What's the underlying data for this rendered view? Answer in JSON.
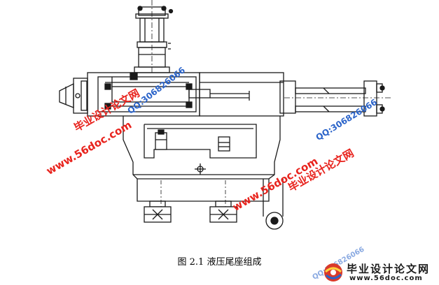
{
  "figure": {
    "caption": "图 2.1  液压尾座组成"
  },
  "watermarks": [
    {
      "text": "毕业设计论文网",
      "color": "#e8231d"
    },
    {
      "text": "QQ:306826066",
      "color": "#2a63c9"
    },
    {
      "text": "www.56doc.com",
      "color": "#e8231d"
    },
    {
      "text": "毕业设计论文网",
      "color": "#e8231d"
    },
    {
      "text": "QQ:306826066",
      "color": "#2a63c9"
    },
    {
      "text": "www.56doc.com",
      "color": "#e8231d"
    },
    {
      "text": "QQ:306826066",
      "color": "#2a63c9"
    }
  ],
  "logo": {
    "title": "毕业设计论文网",
    "url": "www.56doc.com",
    "icon": "globe-logo-icon"
  }
}
